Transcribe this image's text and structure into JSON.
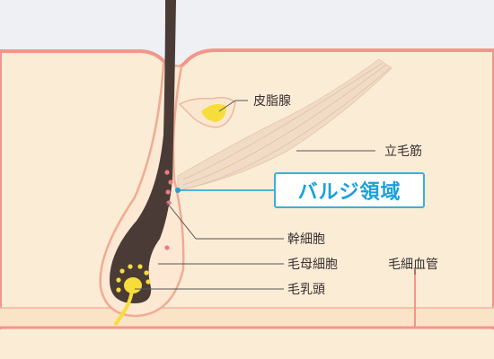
{
  "labels": {
    "sebaceous_gland": "皮脂腺",
    "arrector_pili": "立毛筋",
    "bulge_region": "バルジ領域",
    "stem_cells": "幹細胞",
    "matrix_cells": "毛母細胞",
    "dermal_papilla": "毛乳頭",
    "capillary": "毛細血管"
  },
  "colors": {
    "background": "#eef0f4",
    "skin_fill": "#fbecd6",
    "skin_edge": "#f2968a",
    "hair": "#4b3b37",
    "gland": "#f6dd3a",
    "muscle": "#f0dcc6",
    "bulge_accent": "#1aa0dc",
    "stem_cell_dot": "#ee7a82",
    "matrix_dot": "#f6dd3a",
    "leader_line": "#555555"
  }
}
